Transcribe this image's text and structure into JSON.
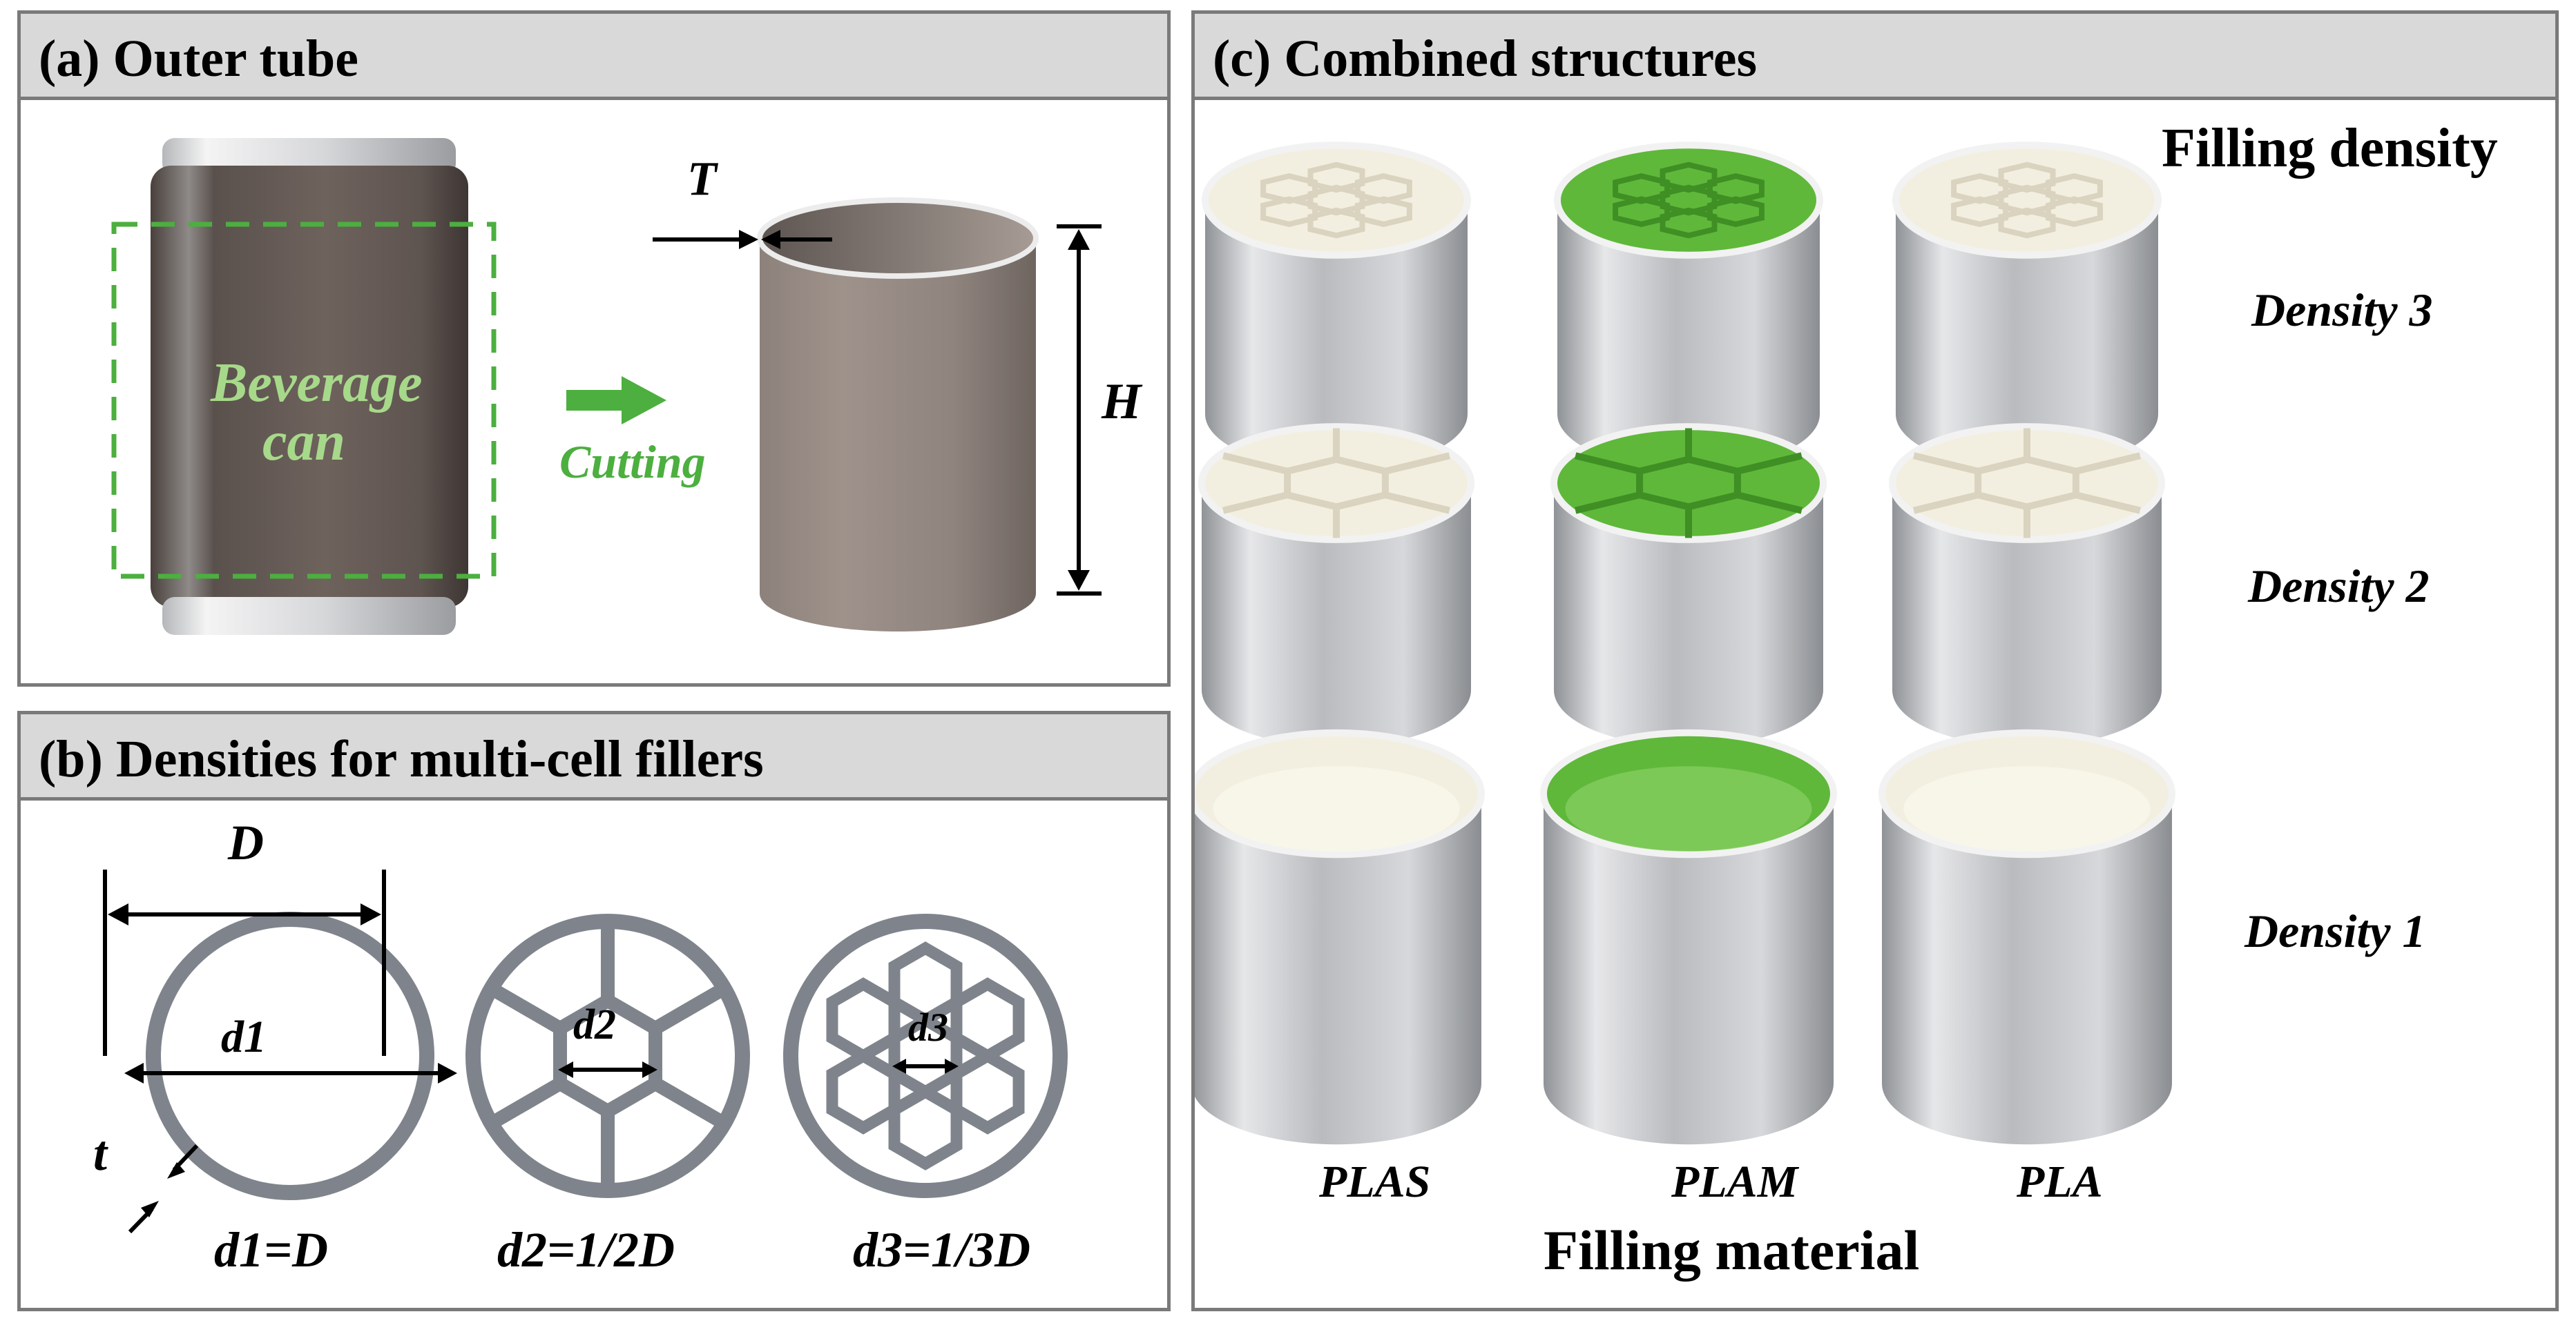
{
  "panel_a": {
    "title": "(a) Outer tube",
    "can_label_line1": "Beverage",
    "can_label_line2": "can",
    "arrow_label": "Cutting",
    "thickness_label": "T",
    "height_label": "H"
  },
  "panel_b": {
    "title": "(b) Densities for multi-cell fillers",
    "diameter_label": "D",
    "wall_label": "t",
    "cells": [
      {
        "inner_label": "d1",
        "formula": "d1=D"
      },
      {
        "inner_label": "d2",
        "formula": "d2=1/2D"
      },
      {
        "inner_label": "d3",
        "formula": "d3=1/3D"
      }
    ]
  },
  "panel_c": {
    "title": "(c) Combined structures",
    "axis_density": "Filling density",
    "axis_material": "Filling material",
    "rows": [
      "Density 3",
      "Density 2",
      "Density 1"
    ],
    "columns": [
      "PLAS",
      "PLAM",
      "PLA"
    ]
  },
  "colors": {
    "header": "#d9d9d9",
    "border": "#7a7a7a",
    "accent_green": "#4caf3f",
    "filler_white": "#f3efe0",
    "filler_green": "#5fb83a",
    "ring_gray": "#7f848c"
  }
}
